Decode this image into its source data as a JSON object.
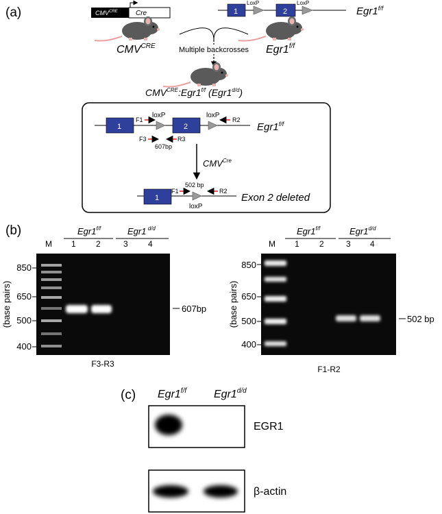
{
  "panels": {
    "a": "(a)",
    "b": "(b)",
    "c": "(c)"
  },
  "panel_a": {
    "cre_construct": {
      "promoter": "CMV",
      "promoter_sup": "CRE",
      "gene": "Cre"
    },
    "mouse_left": {
      "base": "CMV",
      "sup": "CRE"
    },
    "mouse_right": {
      "base": "Egr1",
      "sup": "f/f"
    },
    "floxed_top": {
      "exon1": "1",
      "exon2": "2",
      "loxp1": "LoxP",
      "loxp2": "LoxP",
      "base": "Egr1",
      "sup": "f/f"
    },
    "backcross_label": "Multiple backcrosses",
    "offspring": {
      "b1": "CMV",
      "s1": "CRE",
      "b2": ":Egr1",
      "s2": "f/f",
      "b3": " (Egr1",
      "s3": "d/d",
      "b4": ")"
    },
    "box": {
      "exon1": "1",
      "exon2": "2",
      "f1": "F1",
      "loxp1": "loxP",
      "loxp2": "loxP",
      "r2": "R2",
      "gene_base": "Egr1",
      "gene_sup": "f/f",
      "f3": "F3",
      "r3": "R3",
      "size1": "607bp",
      "cre_base": "CMV",
      "cre_sup": "Cre",
      "del_exon1": "1",
      "del_f1": "F1",
      "del_size": "502 bp",
      "del_r2": "R2",
      "del_loxp": "loxP",
      "deleted_label": "Exon 2 deleted"
    }
  },
  "panel_b": {
    "gels": [
      {
        "marker": "M",
        "g1_base": "Egr1",
        "g1_sup": "f/f",
        "g2_base": "Egr1",
        "g2_sup": " d/d",
        "lanes": [
          "1",
          "2",
          "3",
          "4"
        ],
        "ladder_labels": [
          "850",
          "650",
          "500",
          "400"
        ],
        "axis_label": "(base pairs)",
        "band_label": "607bp",
        "primer_label": "F3-R3"
      },
      {
        "marker": "M",
        "g1_base": "Egr1",
        "g1_sup": "f/f",
        "g2_base": "Egr1",
        "g2_sup": "d/d",
        "lanes": [
          "1",
          "2",
          "3",
          "4"
        ],
        "ladder_labels": [
          "850",
          "650",
          "500",
          "400"
        ],
        "axis_label": "(base pairs)",
        "band_label": "502 bp",
        "primer_label": "F1-R2"
      }
    ]
  },
  "panel_c": {
    "col1_base": "Egr1",
    "col1_sup": "f/f",
    "col2_base": "Egr1",
    "col2_sup": "d/d",
    "blot1_label": "EGR1",
    "blot2_label": "β-actin"
  }
}
